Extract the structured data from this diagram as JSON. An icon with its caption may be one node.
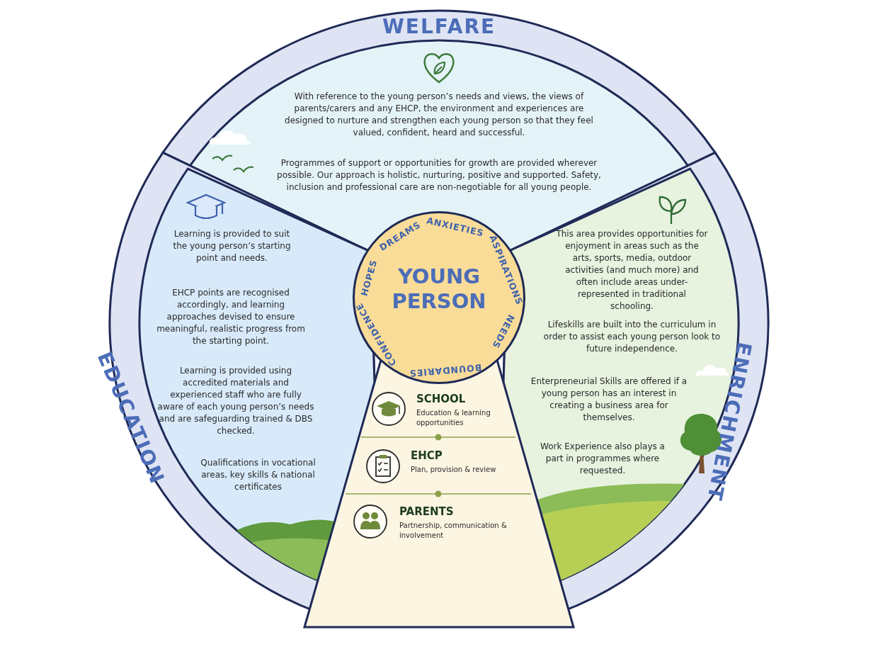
{
  "diagram": {
    "nodes": [
      {
        "text": [
          "WELFARE",
          "With reference to the young person’s needs and views, the views of parents/carers and any EHCP, the environment and experiences are designed to nurture and strengthen each young person so that they feel valued, confident, heard and successful.",
          "Programmes of support or opportunities for growth are provided wherever possible. Our approach is holistic, nurturing, positive and supported. Safety, inclusion and professional care are non-negotiable for all young people."
        ]
      },
      {
        "text": [
          "EDUCATION",
          "Learning is provided to suit the young person’s starting point and needs.",
          "EHCP points are recognised accordingly, and learning approaches devised to ensure meaningful, realistic progress from the starting point.",
          "Learning is provided using accredited materials and experienced staff who are fully aware of each young person’s needs and are safeguarding trained & DBS checked.",
          "Qualifications in vocational areas, key skills & national certificates"
        ]
      },
      {
        "text": [
          "YOUNG PERSON",
          "DREAMS",
          "ANXIETIES",
          "ASPIRATIONS",
          "NEEDS",
          "BOUNDARIES",
          "CONFIDENCE",
          "HOPES"
        ]
      },
      {
        "text": [
          "ENRICHMENT",
          "This area provides opportunities for enjoyment in areas such as the arts, sports, media, outdoor activities (and much more) and often include areas under-represented in traditional schooling.",
          "Lifeskills are built into the curriculum in order to assist each young person look to future independence.",
          "Enterpreneurial Skills are offered if a young person has an interest in creating a business area for themselves.",
          "Work Experience also plays a part in programmes where requested."
        ]
      },
      {
        "text": [],
        "shape": "trapezoid"
      },
      {
        "text": [
          "SCHOOL",
          "Education & learning opportunities"
        ],
        "in": 4
      },
      {
        "text": [
          "EHCP",
          "Plan, provision & review"
        ],
        "in": 4
      },
      {
        "text": [
          "PARENTS",
          "Partnership, communication & involvement"
        ],
        "in": 4
      }
    ]
  }
}
